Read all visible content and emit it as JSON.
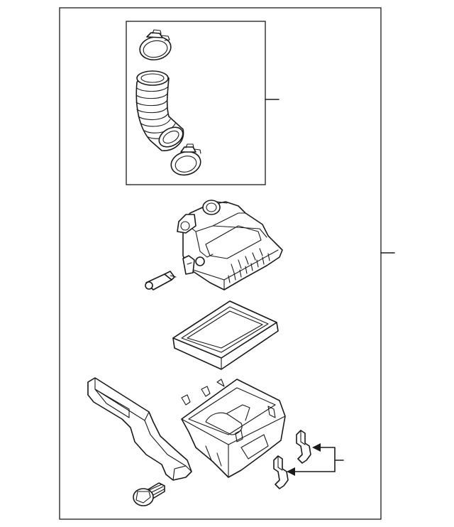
{
  "diagram": {
    "type": "exploded-parts-diagram",
    "colors": {
      "line": "#1a1a1a",
      "background": "#ffffff"
    },
    "components": [
      "outer-frame",
      "hose-kit-frame",
      "upper-hose-clamp",
      "air-intake-hose",
      "lower-hose-clamp",
      "air-cleaner-cover",
      "mass-airflow-sensor",
      "air-filter-element",
      "intake-duct",
      "air-cleaner-lower-housing",
      "mounting-bolt",
      "retaining-clip-upper",
      "retaining-clip-lower"
    ]
  }
}
